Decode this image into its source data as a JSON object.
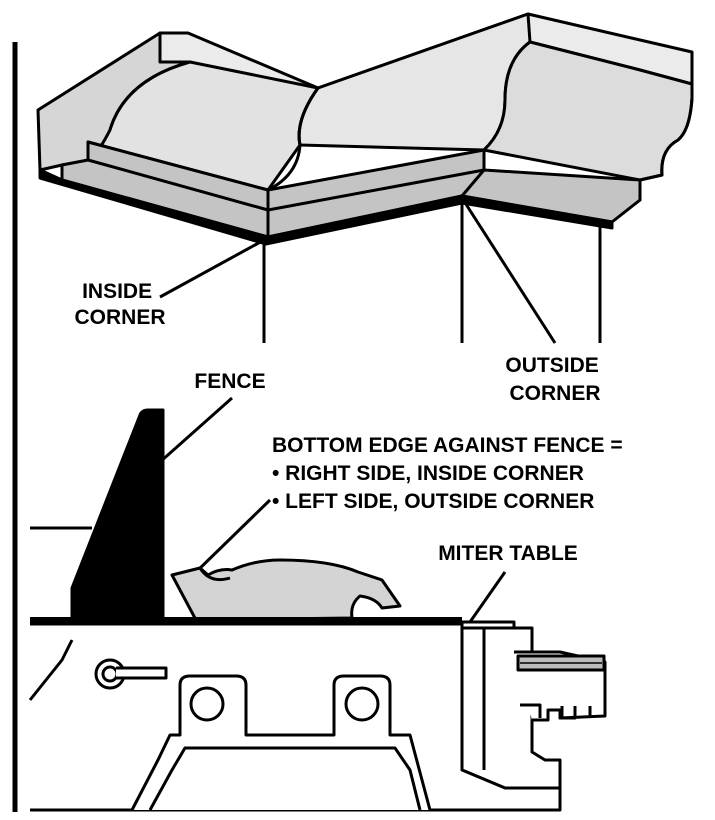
{
  "labels": {
    "inside_corner": [
      "INSIDE",
      "CORNER"
    ],
    "outside_corner": [
      "OUTSIDE",
      "CORNER"
    ],
    "fence": "FENCE",
    "bottom_edge": {
      "heading": "BOTTOM EDGE AGAINST FENCE =",
      "bullets": [
        "• RIGHT SIDE, INSIDE CORNER",
        "• LEFT SIDE, OUTSIDE CORNER"
      ]
    },
    "miter_table": "MITER TABLE"
  },
  "colors": {
    "ink": "#000000",
    "molding_face": "#d8d8d8",
    "molding_light": "#ebebeb",
    "molding_shadow": "#bcbcbc",
    "saw_body": "#ffffff"
  }
}
